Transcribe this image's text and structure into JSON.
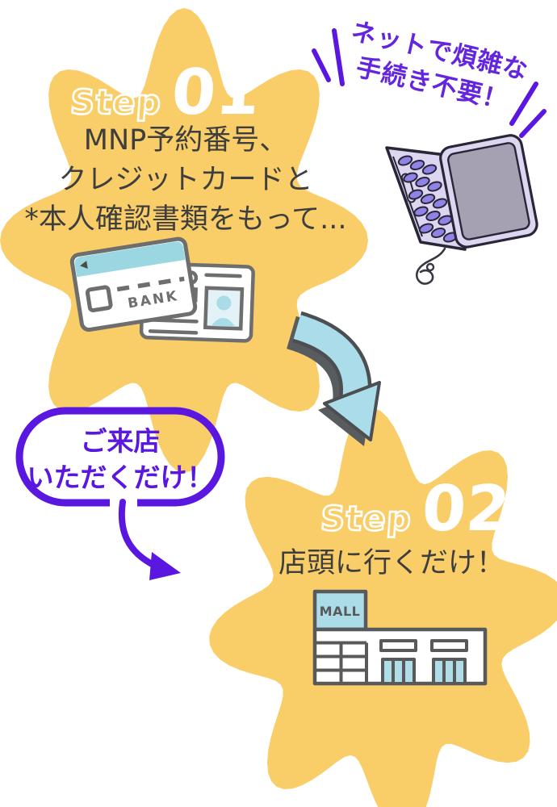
{
  "colors": {
    "flower_yellow": "#F9CD68",
    "accent_purple": "#5A17E0",
    "callout_purple": "#6326DE",
    "text_dark": "#3E3E3E",
    "arrow_blue_fill": "#ABDCEA",
    "arrow_outline_gray": "#4C4F52",
    "illustration_gray": "#6E6E6E",
    "mall_gray": "#58595B",
    "card_teal": "#9BD7E0",
    "door_teal": "#AFDEE8",
    "laptop_lavender": "#DCD6F0",
    "laptop_key_purple": "#8F83E8",
    "laptop_screen_gray": "#A5A1B3",
    "step_text_white": "#FFFFFF"
  },
  "step1": {
    "step_label": "Step",
    "step_number": "01",
    "description_lines": [
      "MNP予約番号、",
      "クレジットカードと",
      "*本人確認書類をもって..."
    ]
  },
  "callout_top": {
    "line1": "ネットで煩雑な",
    "line2": "手続き不要！"
  },
  "speech_bubble": {
    "line1": "ご来店",
    "line2": "いただくだけ！"
  },
  "step2": {
    "step_label": "Step",
    "step_number": "02",
    "description": "店頭に行くだけ！"
  },
  "illustrations": {
    "bank_card_label": "BANK",
    "mall_sign_label": "MALL"
  }
}
